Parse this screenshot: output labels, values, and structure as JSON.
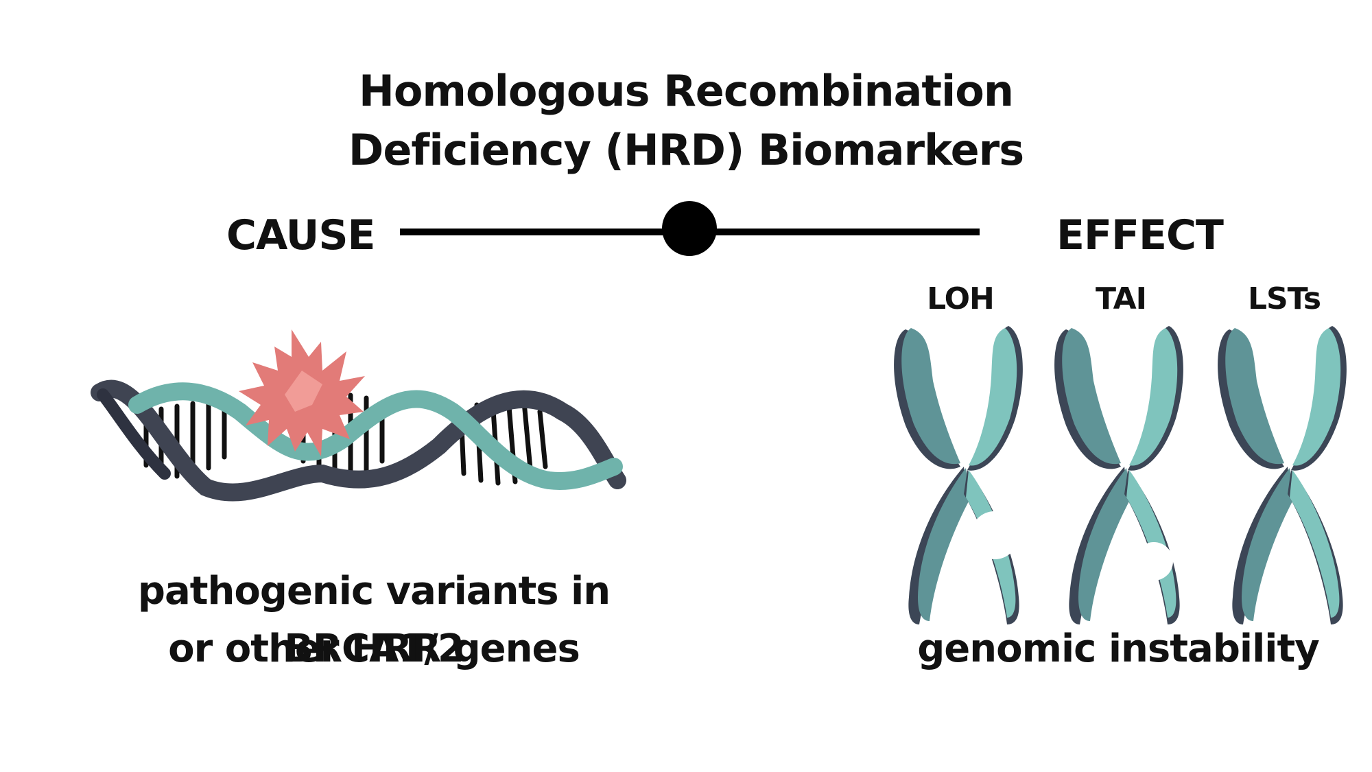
{
  "title": {
    "line1": "Homologous Recombination",
    "line2": "Deficiency (HRD) Biomarkers"
  },
  "cause": {
    "heading": "CAUSE",
    "description_line1": "pathogenic variants in BRCA1/2",
    "description_line2": "or other HRR genes"
  },
  "effect": {
    "heading": "EFFECT",
    "description": "genomic instability",
    "chromosomes": [
      {
        "label": "LOH"
      },
      {
        "label": "TAI"
      },
      {
        "label": "LSTs"
      }
    ]
  },
  "colors": {
    "dna_teal": "#6fb3ab",
    "dna_dark": "#3f4452",
    "chromosome_teal": "#5f9497",
    "chromosome_light": "#7fc4bd",
    "chromosome_shadow": "#3c4656",
    "mutation_star": "#e27b78",
    "line": "#000000"
  },
  "icons": {
    "dna": "dna-helix-icon",
    "mutation": "mutation-starburst-icon",
    "chromosome": "chromosome-icon"
  }
}
